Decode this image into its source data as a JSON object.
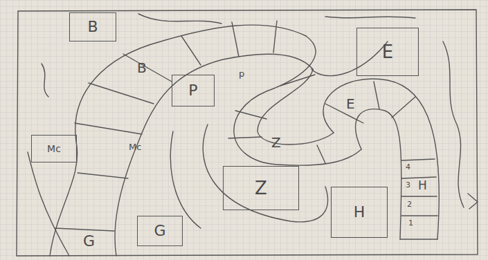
{
  "diagram": {
    "nodes": [
      {
        "text": [
          "B"
        ]
      },
      {
        "text": [
          "E"
        ]
      },
      {
        "text": [
          "P"
        ]
      },
      {
        "text": [
          "Mc"
        ]
      },
      {
        "text": [
          "Z"
        ]
      },
      {
        "text": [
          "H"
        ]
      },
      {
        "text": [
          "G"
        ]
      }
    ],
    "labels": [
      "B",
      "p",
      "E",
      "Z",
      "Mc",
      "G",
      "4",
      "3",
      "H",
      "2",
      "1"
    ]
  }
}
